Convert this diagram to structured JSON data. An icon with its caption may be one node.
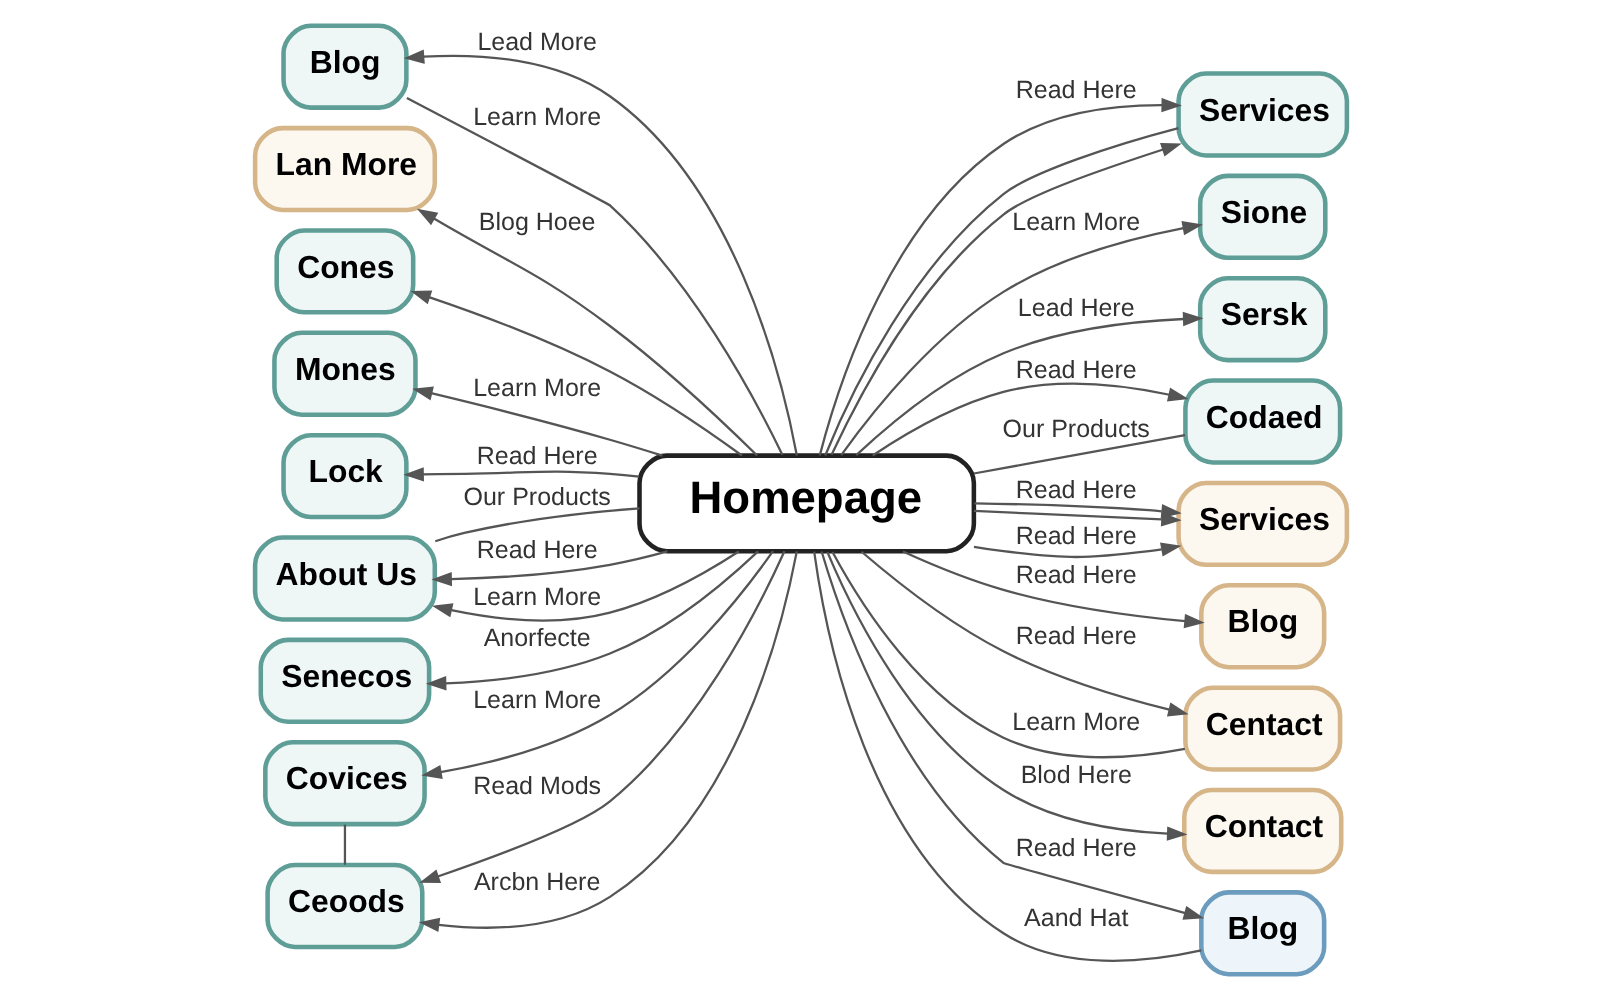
{
  "diagram": {
    "nodes": [
      {
        "text": [
          "Lan More"
        ]
      },
      {
        "text": [
          "Blog"
        ]
      },
      {
        "text": [
          "Services"
        ]
      },
      {
        "text": [
          "Sione"
        ]
      },
      {
        "text": [
          "Mones"
        ]
      },
      {
        "text": [
          "Cones"
        ]
      },
      {
        "text": [
          "Sersk"
        ]
      },
      {
        "text": [
          "Lock"
        ]
      },
      {
        "text": [
          "Codaed"
        ]
      },
      {
        "text": [
          "About Us"
        ]
      },
      {
        "text": [
          "Homepage"
        ]
      },
      {
        "text": [
          "Services"
        ]
      },
      {
        "text": [
          "Senecos"
        ]
      },
      {
        "text": [
          "Blog"
        ]
      },
      {
        "text": [
          "Covices"
        ]
      },
      {
        "text": [
          "Centact"
        ]
      },
      {
        "text": [
          "Ceoods"
        ]
      },
      {
        "text": [
          "Blog"
        ]
      },
      {
        "text": [
          "Contact"
        ]
      }
    ],
    "edges": [
      {
        "from": 10,
        "to": 1,
        "arrow": "to",
        "label": "Lead More"
      },
      {
        "from": 10,
        "to": 1,
        "arrow": "none",
        "label": "Learn More"
      },
      {
        "from": 10,
        "to": 0,
        "arrow": "to",
        "label": "Blog Hoee"
      },
      {
        "from": 10,
        "to": 5,
        "arrow": "to"
      },
      {
        "from": 10,
        "to": 4,
        "arrow": "to",
        "label": "Learn More"
      },
      {
        "from": 10,
        "to": 7,
        "arrow": "to",
        "label": "Read Here"
      },
      {
        "from": 10,
        "to": 9,
        "arrow": "none",
        "label": "Our Products"
      },
      {
        "from": 10,
        "to": 9,
        "arrow": "to",
        "label": "Read Here"
      },
      {
        "from": 10,
        "to": 9,
        "arrow": "to",
        "label": "Learn More"
      },
      {
        "from": 10,
        "to": 12,
        "arrow": "to",
        "label": "Anorfecte"
      },
      {
        "from": 10,
        "to": 14,
        "arrow": "to",
        "label": "Learn More"
      },
      {
        "from": 10,
        "to": 16,
        "arrow": "to",
        "label": "Read Mods"
      },
      {
        "from": 10,
        "to": 16,
        "arrow": "to",
        "label": "Arcbn Here"
      },
      {
        "from": 14,
        "to": 16,
        "arrow": "none"
      },
      {
        "from": 10,
        "to": 2,
        "arrow": "to",
        "label": "Read Here"
      },
      {
        "from": 10,
        "to": 2,
        "arrow": "to"
      },
      {
        "from": 10,
        "to": 2,
        "arrow": "none"
      },
      {
        "from": 10,
        "to": 3,
        "arrow": "to",
        "label": "Learn More"
      },
      {
        "from": 10,
        "to": 6,
        "arrow": "to",
        "label": "Lead Here"
      },
      {
        "from": 10,
        "to": 8,
        "arrow": "to",
        "label": "Read Here"
      },
      {
        "from": 10,
        "to": 8,
        "arrow": "none",
        "label": "Our Products"
      },
      {
        "from": 10,
        "to": 11,
        "arrow": "to",
        "label": "Read Here"
      },
      {
        "from": 10,
        "to": 11,
        "arrow": "to"
      },
      {
        "from": 10,
        "to": 11,
        "arrow": "to",
        "label": "Read Here"
      },
      {
        "from": 10,
        "to": 13,
        "arrow": "to",
        "label": "Read Here"
      },
      {
        "from": 10,
        "to": 15,
        "arrow": "to",
        "label": "Read Here"
      },
      {
        "from": 10,
        "to": 15,
        "arrow": "none",
        "label": "Learn More"
      },
      {
        "from": 10,
        "to": 18,
        "arrow": "to",
        "label": "Blod Here"
      },
      {
        "from": 10,
        "to": 17,
        "arrow": "to",
        "label": "Read Here"
      },
      {
        "from": 10,
        "to": 17,
        "arrow": "none",
        "label": "Aand Hat"
      }
    ]
  }
}
